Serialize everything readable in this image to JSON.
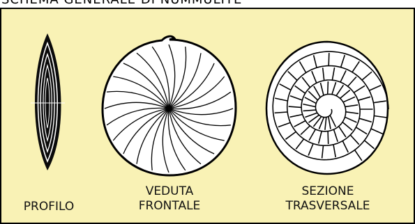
{
  "header": {
    "title_fragment": "SCHEMA GENERALE DI NUMMULITE"
  },
  "figures": {
    "profile": {
      "label": "PROFILO",
      "icon": "lens-profile-shell-icon"
    },
    "front_view": {
      "label_line1": "VEDUTA",
      "label_line2": "FRONTALE",
      "icon": "disc-shell-front-icon"
    },
    "cross_section": {
      "label_line1": "SEZIONE",
      "label_line2": "TRASVERSALE",
      "icon": "spiral-cross-section-icon"
    }
  },
  "colors": {
    "panel_background": "#f9f2b5",
    "shell_fill": "#ffffff",
    "ink": "#000000"
  }
}
